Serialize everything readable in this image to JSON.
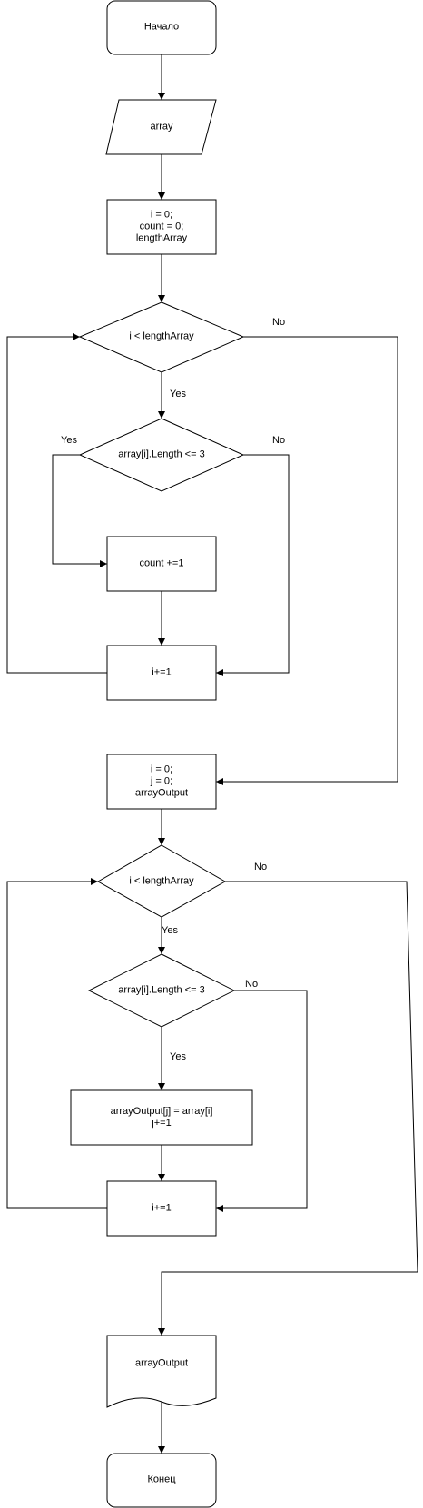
{
  "nodes": {
    "start": "Начало",
    "input_array": "array",
    "init1": "i = 0;\ncount = 0;\nlengthArray",
    "cond_loop1": "i < lengthArray",
    "cond_len1": "array[i].Length <= 3",
    "count_inc": "count +=1",
    "i_inc1": "i+=1",
    "init2": "i = 0;\nj = 0;\narrayOutput",
    "cond_loop2": "i < lengthArray",
    "cond_len2": "array[i].Length <= 3",
    "assign_output": "arrayOutput[j] = array[i]\nj+=1",
    "i_inc2": "i+=1",
    "output_doc": "arrayOutput",
    "end": "Конец"
  },
  "edge_labels": {
    "loop1_no": "No",
    "loop1_yes": "Yes",
    "len1_yes": "Yes",
    "len1_no": "No",
    "loop2_no": "No",
    "loop2_yes": "Yes",
    "len2_no": "No",
    "len2_yes": "Yes"
  }
}
